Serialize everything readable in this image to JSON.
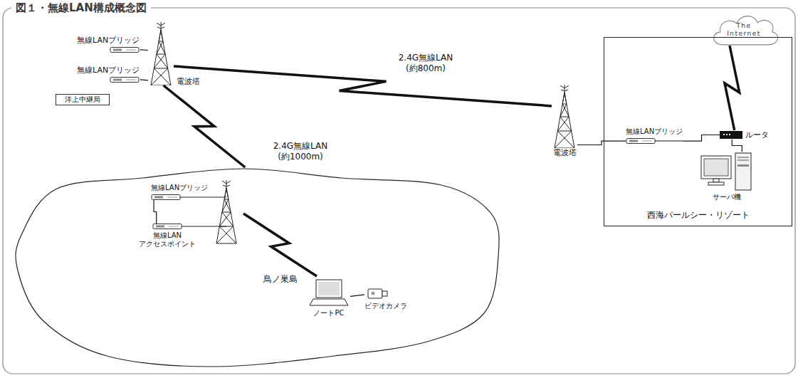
{
  "diagram": {
    "title": "図１・無線LAN構成概念図",
    "nodes": [
      {
        "text": [
          "無線LANブリッジ"
        ]
      },
      {
        "text": [
          "無線LANブリッジ"
        ]
      },
      {
        "text": [
          "電波塔"
        ]
      },
      {
        "text": [
          "洋上中継局"
        ]
      },
      {
        "text": [
          "The Internet"
        ]
      },
      {
        "text": [
          "西海パールシー・リゾート"
        ]
      },
      {
        "text": [
          "無線LANブリッジ"
        ],
        "in": 5
      },
      {
        "text": [
          "ルータ"
        ],
        "in": 5
      },
      {
        "text": [
          "サーバ機"
        ],
        "in": 5
      },
      {
        "text": [
          "電波塔"
        ]
      },
      {
        "text": [
          "鳥ノ巣島"
        ]
      },
      {
        "text": [
          "無線LANブリッジ"
        ],
        "in": 10
      },
      {
        "text": [
          "無線LAN アクセスポイント"
        ],
        "in": 10
      },
      {
        "text": [
          "ノートPC"
        ],
        "in": 10
      },
      {
        "text": [
          "ビデオカメラ"
        ],
        "in": 10
      }
    ],
    "edges": [
      {
        "from": 2,
        "to": 9,
        "label": "2.4G無線LAN (約800m)",
        "arrow": "none"
      },
      {
        "from": 2,
        "to": 10,
        "label": "2.4G無線LAN (約1000m)",
        "arrow": "none"
      },
      {
        "from": 0,
        "to": 2,
        "arrow": "none"
      },
      {
        "from": 1,
        "to": 2,
        "arrow": "none"
      },
      {
        "from": 4,
        "to": 7,
        "arrow": "none"
      },
      {
        "from": 9,
        "to": 6,
        "arrow": "none"
      },
      {
        "from": 6,
        "to": 7,
        "arrow": "none"
      },
      {
        "from": 7,
        "to": 8,
        "arrow": "none"
      },
      {
        "from": 11,
        "to": 12,
        "arrow": "none"
      },
      {
        "from": 13,
        "to": 14,
        "arrow": "none"
      }
    ]
  }
}
